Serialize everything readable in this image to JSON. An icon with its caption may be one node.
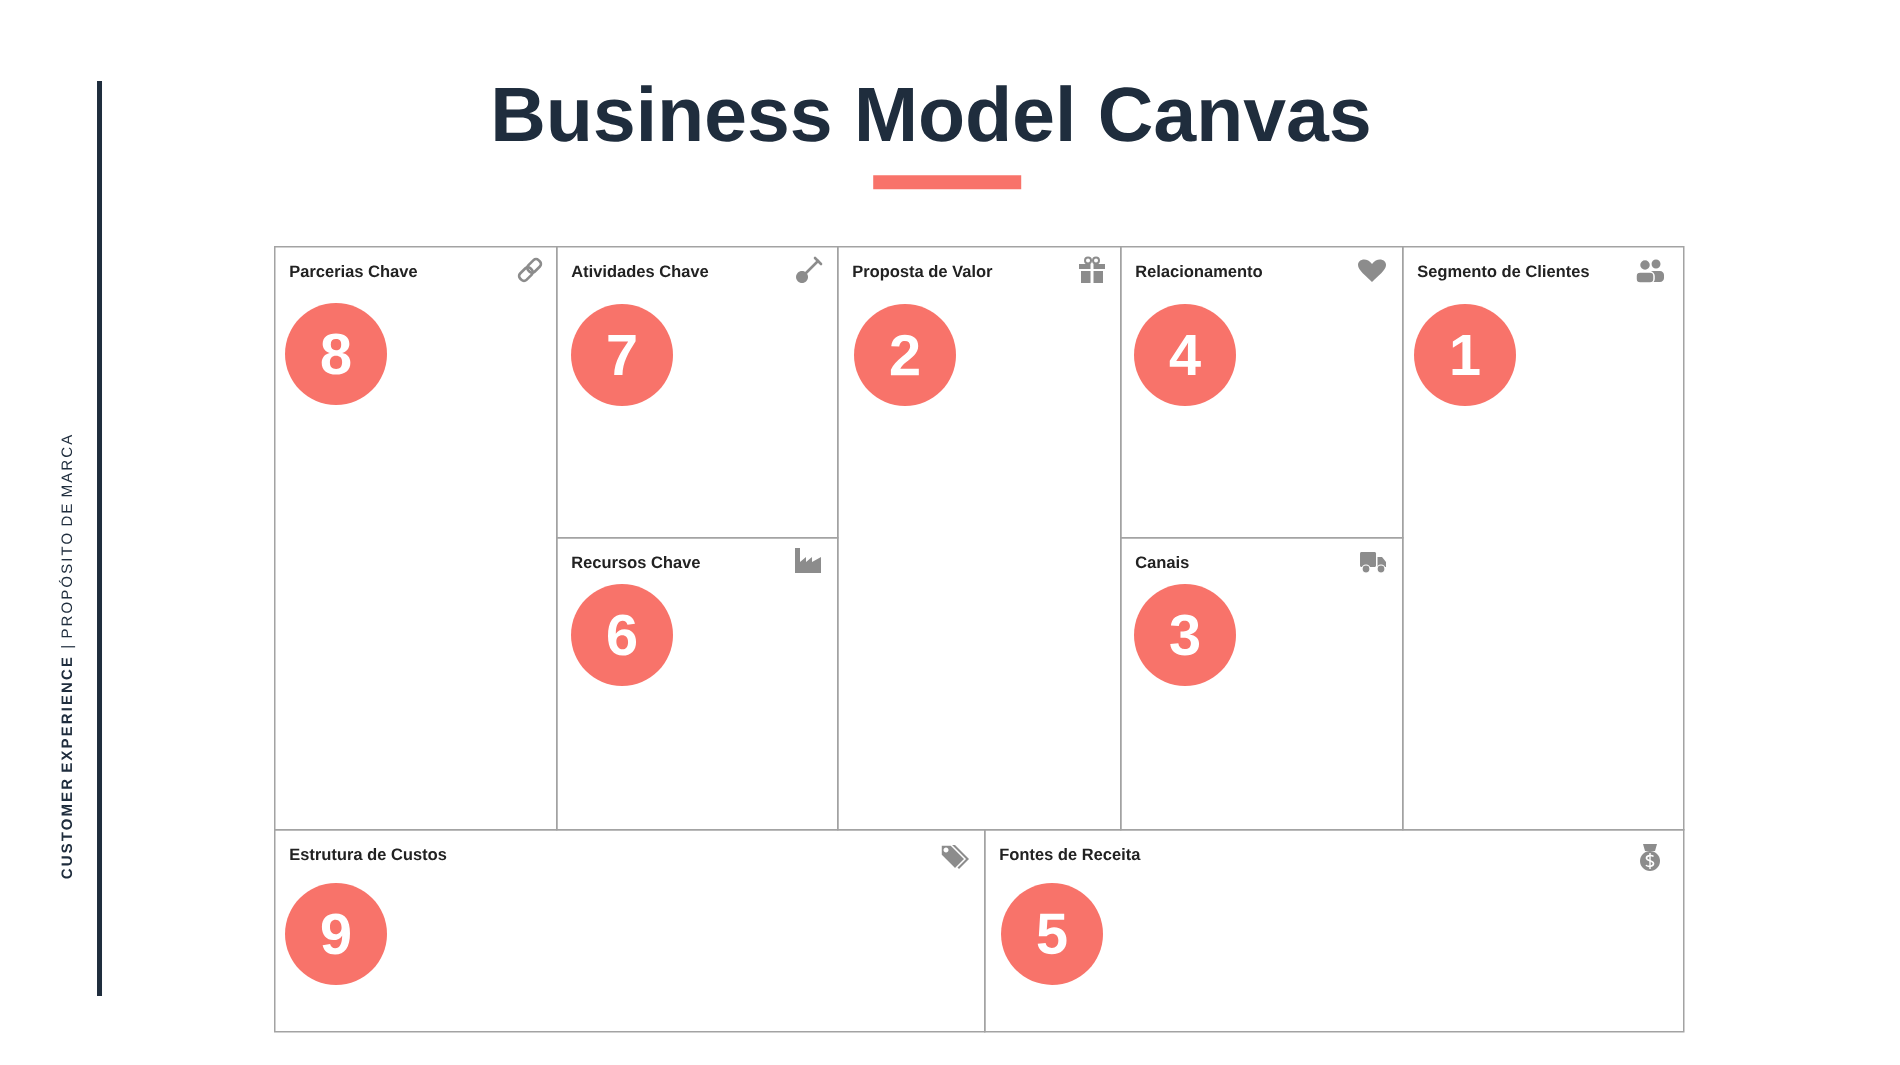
{
  "diagram": {
    "title": "Business Model Canvas",
    "nodes": [
      {
        "text": [],
        "shape": "bar"
      },
      {
        "text": [
          "Parcerias Chave"
        ]
      },
      {
        "text": [
          "8"
        ],
        "in": 1
      },
      {
        "text": [
          "Atividades Chave"
        ]
      },
      {
        "text": [
          "7"
        ],
        "in": 3
      },
      {
        "text": [
          "Proposta de Valor"
        ]
      },
      {
        "text": [
          "2"
        ],
        "in": 5
      },
      {
        "text": [
          "Relacionamento"
        ]
      },
      {
        "text": [
          "4"
        ],
        "in": 7
      },
      {
        "text": [
          "Segmento de Clientes"
        ]
      },
      {
        "text": [
          "1"
        ],
        "in": 9
      },
      {
        "text": [
          "Recursos Chave"
        ]
      },
      {
        "text": [
          "6"
        ],
        "in": 11
      },
      {
        "text": [
          "Canais"
        ]
      },
      {
        "text": [
          "3"
        ],
        "in": 13
      },
      {
        "text": [
          "Estrutura de Custos"
        ]
      },
      {
        "text": [
          "9"
        ],
        "in": 15
      },
      {
        "text": [
          "Fontes de Receita"
        ]
      },
      {
        "text": [
          "5"
        ],
        "in": 17
      }
    ],
    "labels": [
      "**CUSTOMER EXPERIENCE** | PROPÓSITO DE MARCA"
    ]
  }
}
